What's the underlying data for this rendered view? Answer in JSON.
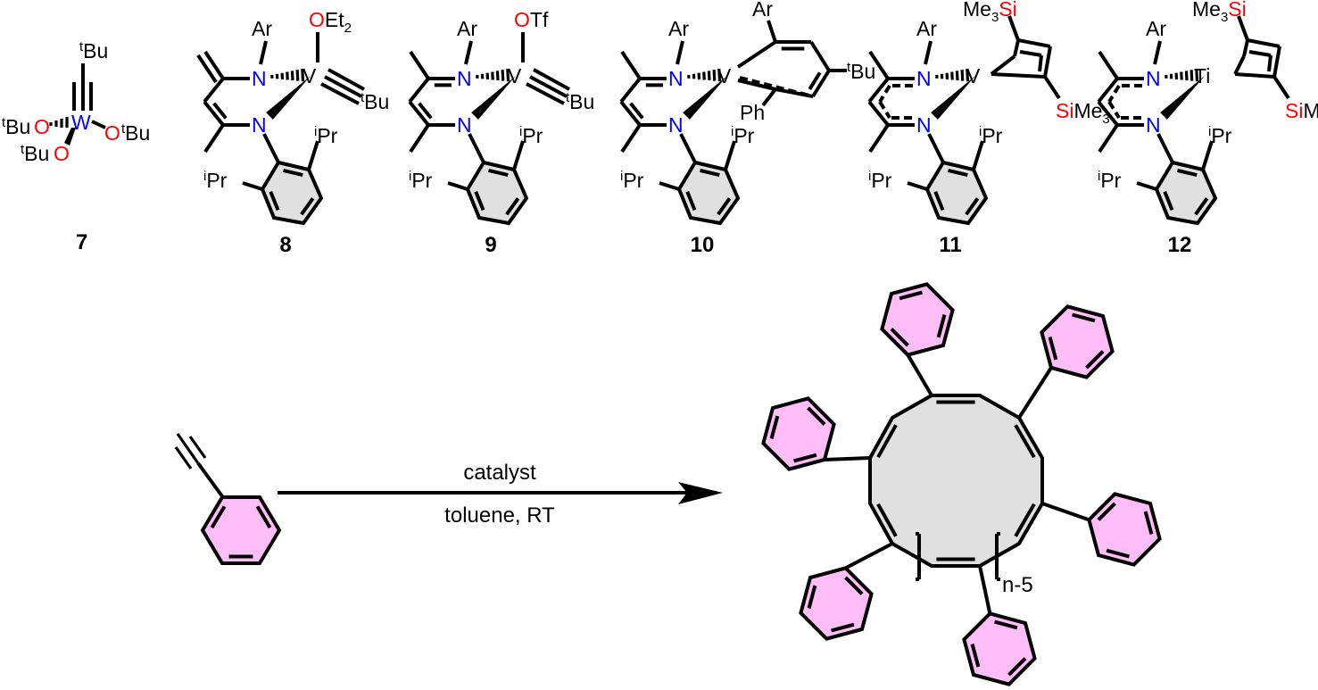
{
  "figure": {
    "type": "reaction-scheme",
    "colors": {
      "nitrogen": "#0000ff",
      "oxygen_silicon": "#ff0000",
      "metal_W": "#0000ff",
      "aryl_fill": "#e0e0e0",
      "phenyl_fill": "#ffbdf7",
      "macrocycle_fill": "#e0e0e0"
    }
  },
  "catalysts": [
    {
      "id": "7",
      "label": "7",
      "metal": "W",
      "atoms": {
        "metal": "W",
        "o1": "O",
        "o2": "O",
        "o3": "O"
      },
      "groups": {
        "alkylidyne": "Bu",
        "alkylidyne_sup": "t",
        "or1": "Bu",
        "or1_sup": "t",
        "or2": "Bu",
        "or2_sup": "t",
        "or3": "Bu",
        "or3_sup": "t"
      }
    },
    {
      "id": "8",
      "label": "8",
      "metal": "V",
      "atoms": {
        "metal": "V",
        "n1": "N",
        "n2": "N",
        "o": "O"
      },
      "groups": {
        "ar": "Ar",
        "ligand": "Et",
        "ligand_sub": "2",
        "alkylidyne": "Bu",
        "alkylidyne_sup": "t",
        "ipr": "Pr",
        "ipr_sup": "i"
      }
    },
    {
      "id": "9",
      "label": "9",
      "metal": "V",
      "atoms": {
        "metal": "V",
        "n1": "N",
        "n2": "N",
        "o": "O"
      },
      "groups": {
        "ar": "Ar",
        "ligand": "Tf",
        "alkylidyne": "Bu",
        "alkylidyne_sup": "t",
        "ipr": "Pr",
        "ipr_sup": "i"
      }
    },
    {
      "id": "10",
      "label": "10",
      "metal": "V",
      "atoms": {
        "metal": "V",
        "n1": "N",
        "n2": "N"
      },
      "groups": {
        "ar": "Ar",
        "ring_ar": "Ar",
        "ring_tbu": "Bu",
        "ring_tbu_sup": "t",
        "ph": "Ph",
        "ipr": "Pr",
        "ipr_sup": "i"
      }
    },
    {
      "id": "11",
      "label": "11",
      "metal": "V",
      "atoms": {
        "metal": "V",
        "n1": "N",
        "n2": "N",
        "si": "Si"
      },
      "groups": {
        "ar": "Ar",
        "me3": "Me",
        "me3_sub": "3",
        "ipr": "Pr",
        "ipr_sup": "i"
      }
    },
    {
      "id": "12",
      "label": "12",
      "metal": "Ti",
      "atoms": {
        "metal": "Ti",
        "n1": "N",
        "n2": "N",
        "si": "Si"
      },
      "groups": {
        "ar": "Ar",
        "me3": "Me",
        "me3_sub": "3",
        "ipr": "Pr",
        "ipr_sup": "i"
      }
    }
  ],
  "reaction": {
    "reagent": "phenylacetylene",
    "conditions_above": "catalyst",
    "conditions_below": "toluene, RT",
    "product": "cyclic polyphenylacetylene",
    "repeat_label": "n-5"
  }
}
